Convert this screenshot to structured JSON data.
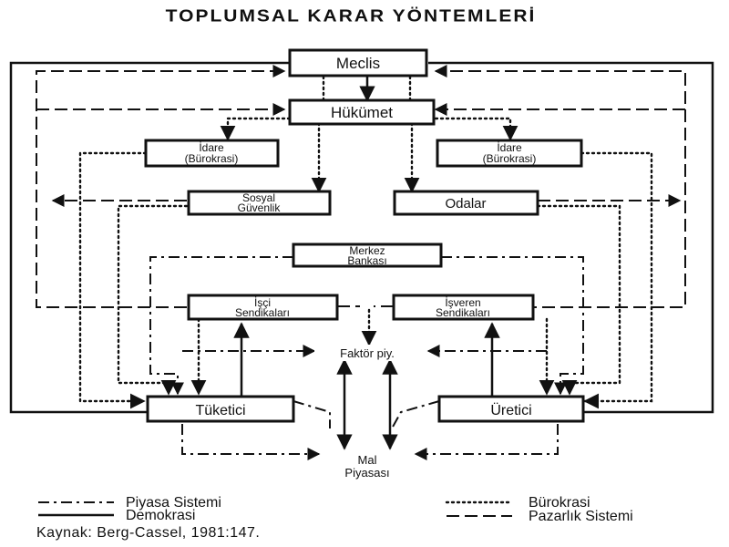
{
  "title": "TOPLUMSAL KARAR YÖNTEMLERİ",
  "nodes": {
    "meclis": "Meclis",
    "hukumet": "Hükümet",
    "idare_left_1": "İdare",
    "idare_left_2": "(Bürokrasi)",
    "idare_right_1": "İdare",
    "idare_right_2": "(Bürokrasi)",
    "sosyal_1": "Sosyal",
    "sosyal_2": "Güvenlik",
    "odalar": "Odalar",
    "merkez_1": "Merkez",
    "merkez_2": "Bankası",
    "isci_1": "İşçi",
    "isci_2": "Sendikaları",
    "isveren_1": "İşveren",
    "isveren_2": "Sendikaları",
    "tuketici": "Tüketici",
    "uretici": "Üretici",
    "faktor": "Faktör piy.",
    "mal_1": "Mal",
    "mal_2": "Piyasası"
  },
  "legend": {
    "piyasa": "Piyasa Sistemi",
    "demokrasi": "Demokrasi",
    "burokrasi": "Bürokrasi",
    "pazarlik": "Pazarlık Sistemi"
  },
  "source": "Kaynak: Berg-Cassel, 1981:147."
}
